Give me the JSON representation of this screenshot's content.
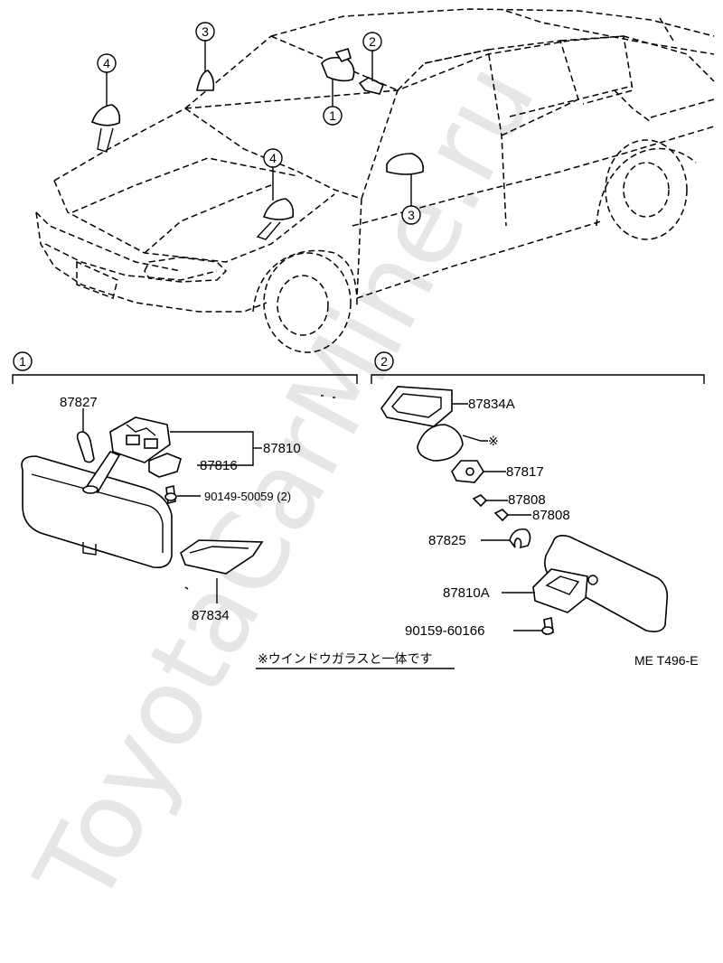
{
  "watermark": "ToyotaCarMine.ru",
  "car_callouts": [
    "1",
    "2",
    "3",
    "4",
    "3",
    "4"
  ],
  "section1": {
    "marker": "1",
    "parts": {
      "p87827": "87827",
      "p87810": "87810",
      "p87816": "87816",
      "bolt": "90149-50059 (2)",
      "p87834": "87834"
    }
  },
  "section2": {
    "marker": "2",
    "parts": {
      "p87834A": "87834A",
      "star": "※",
      "p87817": "87817",
      "p87808a": "87808",
      "p87808b": "87808",
      "p87825": "87825",
      "p87810A": "87810A",
      "bolt": "90159-60166"
    }
  },
  "footnote": "※ウインドウガラスと一体です",
  "code": "ME T496-E"
}
